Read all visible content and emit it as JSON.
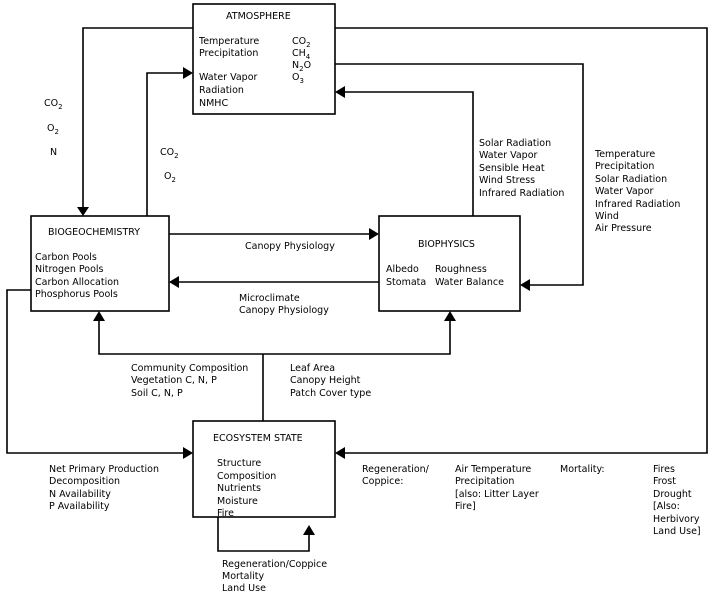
{
  "atmosphere": {
    "title": "ATMOSPHERE",
    "left": [
      "Temperature",
      "Precipitation",
      "",
      "Water Vapor",
      "Radiation",
      "NMHC"
    ],
    "right": [
      {
        "base": "CO",
        "sub": "2"
      },
      {
        "base": "CH",
        "sub": "4"
      },
      {
        "base": "N",
        "sub": "2",
        "tail": "O"
      },
      {
        "base": "O",
        "sub": "3"
      }
    ]
  },
  "biogeochemistry": {
    "title": "BIOGEOCHEMISTRY",
    "items": [
      "Carbon Pools",
      "Nitrogen Pools",
      "Carbon Allocation",
      "Phosphorus Pools"
    ]
  },
  "biophysics": {
    "title": "BIOPHYSICS",
    "left": [
      "Albedo",
      "Stomata"
    ],
    "right": [
      "Roughness",
      "Water Balance"
    ]
  },
  "ecosystem_state": {
    "title": "ECOSYSTEM STATE",
    "items": [
      "Structure",
      "Composition",
      "Nutrients",
      "Moisture",
      "Fire"
    ]
  },
  "labels": {
    "outer_left_gases": [
      {
        "base": "CO",
        "sub": "2"
      },
      {
        "base": "O",
        "sub": "2"
      },
      {
        "base": "N",
        "sub": ""
      }
    ],
    "inner_left_gases": [
      {
        "base": "CO",
        "sub": "2"
      },
      {
        "base": "O",
        "sub": "2"
      }
    ],
    "biophysics_to_atmosphere": [
      "Solar Radiation",
      "Water Vapor",
      "Sensible Heat",
      "Wind Stress",
      "Infrared Radiation"
    ],
    "atmosphere_to_biophysics": [
      "Temperature",
      "Precipitation",
      "Solar Radiation",
      "Water Vapor",
      "Infrared Radiation",
      "Wind",
      "Air Pressure"
    ],
    "canopy_physiology": "Canopy Physiology",
    "microclimate": [
      "Microclimate",
      "Canopy Physiology"
    ],
    "community": [
      "Community Composition",
      "Vegetation C, N, P",
      "Soil C, N, P"
    ],
    "leaf": [
      "Leaf Area",
      "Canopy Height",
      "Patch Cover type"
    ],
    "npp": [
      "Net Primary Production",
      "Decomposition",
      "N Availability",
      "P Availability"
    ],
    "regeneration_heading": [
      "Regeneration/",
      "Coppice:"
    ],
    "regeneration_drivers": [
      "Air Temperature",
      "Precipitation",
      "[also: Litter Layer",
      "Fire]"
    ],
    "mortality_heading": "Mortality:",
    "mortality_drivers": [
      "Fires",
      "Frost",
      "Drought",
      "[Also:",
      "Herbivory",
      "Land Use]"
    ],
    "self_loop": [
      "Regeneration/Coppice",
      "Mortality",
      "Land Use"
    ]
  }
}
